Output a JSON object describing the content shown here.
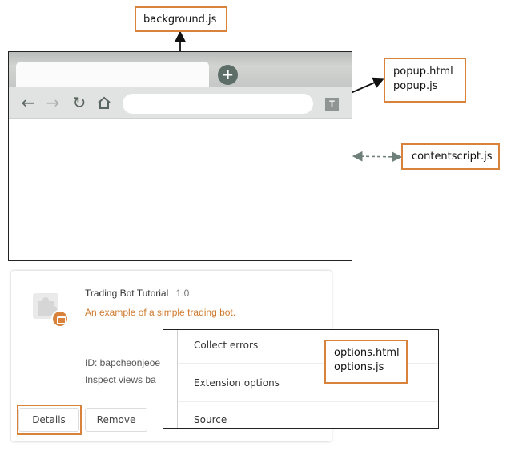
{
  "callouts": {
    "background": "background.js",
    "popup": [
      "popup.html",
      "popup.js"
    ],
    "contentscript": "contentscript.js",
    "options": [
      "options.html",
      "options.js"
    ]
  },
  "browser": {
    "new_tab_symbol": "+",
    "extension_icon_letter": "T"
  },
  "extension_card": {
    "name": "Trading Bot Tutorial",
    "version": "1.0",
    "description": "An example of a simple trading bot.",
    "id_line": "ID: bapcheonjeoe",
    "inspect_line": "Inspect views ba",
    "details_button": "Details",
    "remove_button": "Remove"
  },
  "menu": {
    "items": [
      "Collect errors",
      "Extension options",
      "Source"
    ]
  },
  "colors": {
    "callout_border": "#d9823c",
    "description_text": "#d07a2e",
    "extension_badge": "#d9823c"
  },
  "icons": [
    "back-arrow-icon",
    "forward-arrow-icon",
    "reload-icon",
    "home-icon",
    "puzzle-piece-icon",
    "extension-badge-icon"
  ]
}
